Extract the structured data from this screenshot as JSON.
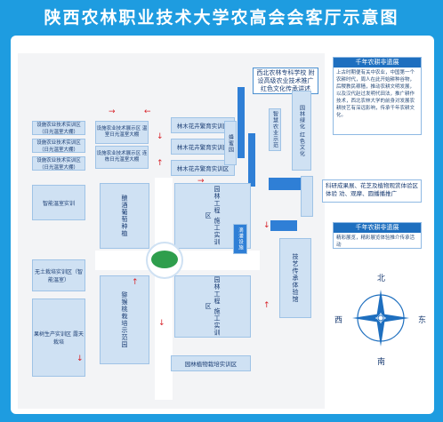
{
  "title": "陕西农林职业技术大学农高会会客厅示意图",
  "colors": {
    "frame": "#1e9ce0",
    "block": "#cfe1f3",
    "bar": "#2f7fd6",
    "road": "#f3f4f6",
    "arrow": "#d8232a",
    "sign": "#2e9e4c"
  },
  "areas": {
    "agri_exhibit": "设施农业技术展示区 温室日光温室大棚",
    "agri_exhibit2": "设施农业技术展示区 连栋日光温室大棚",
    "forest_row1": "林木花卉繁育实训区",
    "forest_row2": "林木花卉繁育实训区",
    "forest_row3": "林木花卉繁育实训区",
    "left1": "设施农业技术实训区（日光温室大棚）",
    "left2": "设施农业技术实训区（日光温室大棚）",
    "left3": "设施农业技术实训区（日光温室大棚）",
    "edu": "西北农林专科学校 附设高级农业技术推广 红色文化传承讲述",
    "fengmi": "蜂蜜园",
    "smart": "智慧农业示范",
    "garden_green": "园林绿化 红色文化",
    "smart_center": "智能温室实训",
    "grape": "酿酒葡萄种植",
    "garden1": "园林工程 施工实训区",
    "dripper": "滴灌设施",
    "hydro": "无土栽培实训区（智能温室）",
    "orchard": "果树生产实训区 露天栽培",
    "citrus": "猕猴桃栽培示范园",
    "garden2": "园林工程 施工实训区",
    "jiyi": "技艺传承体验馆",
    "nursery": "园林植物栽培实训区"
  },
  "panels": {
    "top_title": "千年农耕非遗展",
    "top_body": "上古时期便有关中农业，中国第一个农耕时代，周人在此开始耕种谷物，后稷教民稼穑，推动农耕文明发展，以及汉代赵过发明代田法，推广耕作技术，西北农林大学的前身对发展农耕技艺有深远影响，传承千年农耕文化。",
    "mid_text": "科研成果展、花芝及植物观赏体验区 体验 劝、观摩、圆播播推广",
    "bot_title": "千年农耕非遗展",
    "bot_body": "精彩展览，精彩展览体验推介传承活动"
  },
  "compass": {
    "north": "北",
    "south": "南",
    "east": "东",
    "west": "西"
  }
}
